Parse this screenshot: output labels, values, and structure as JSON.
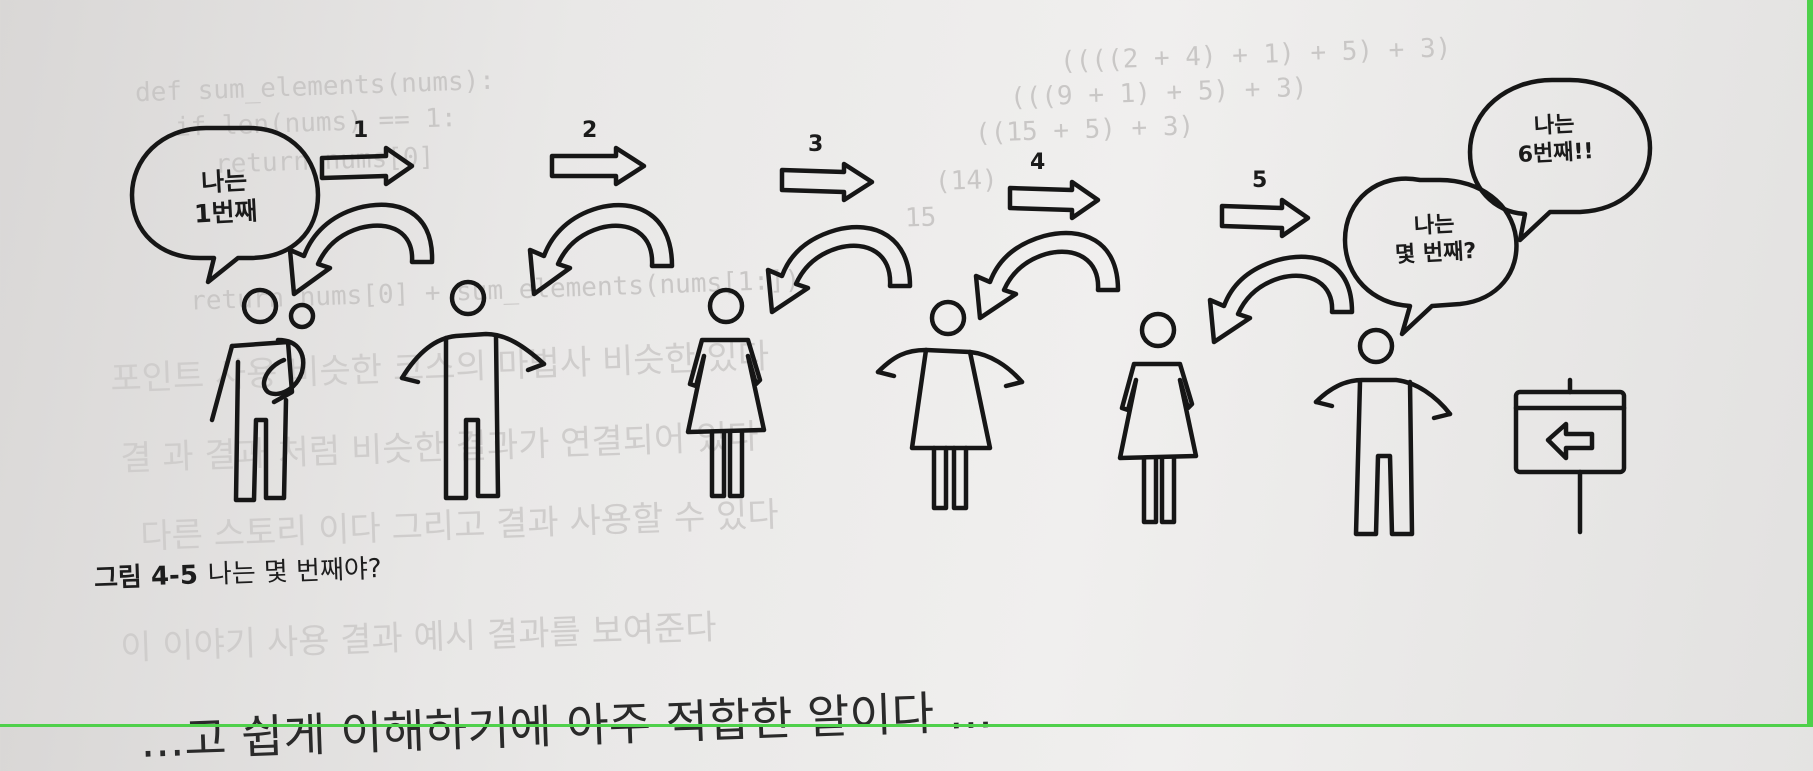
{
  "figure": {
    "bubbles": {
      "first": "나는\n1번째",
      "which": "나는\n몇 번째?",
      "sixth": "나는\n6번째!!"
    },
    "step_numbers": [
      "1",
      "2",
      "3",
      "4",
      "5"
    ],
    "caption_label": "그림 4-5",
    "caption_text": "나는 몇 번째야?"
  },
  "background": {
    "code_lines": [
      "def sum_elements(nums):",
      "    if len(nums) == 1:",
      "        return nums[0]",
      "    return nums[0] + sum_elements(nums[1:])"
    ],
    "trace_lines": [
      "((((2 + 4) + 1) + 5) + 3)",
      "(((9 + 1) + 5) + 3)",
      "((15 + 5) + 3)",
      "(14)",
      "15"
    ],
    "bottom_partial": "...고 쉽게 이해하기에 아주 적합한 알이다 ..."
  }
}
